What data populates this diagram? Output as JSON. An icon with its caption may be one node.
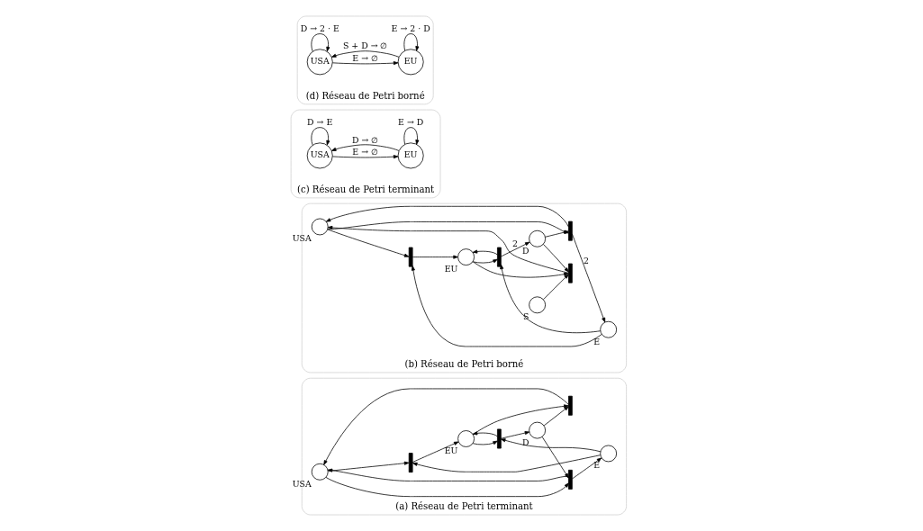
{
  "diagram": {
    "nodes": [
      {
        "text": [
          "(a) Réseau de Petri terminant"
        ]
      },
      {
        "text": [],
        "shape": "circle",
        "beside": [
          "USA"
        ],
        "in": 0
      },
      {
        "text": [],
        "shape": "circle",
        "beside": [
          "E"
        ],
        "in": 0
      },
      {
        "text": [],
        "shape": "circle",
        "beside": [
          "D"
        ],
        "in": 0
      },
      {
        "text": [],
        "shape": "circle",
        "beside": [
          "EU"
        ],
        "in": 0
      },
      {
        "text": [],
        "shape": "bar",
        "in": 0
      },
      {
        "text": [],
        "shape": "bar",
        "in": 0
      },
      {
        "text": [],
        "shape": "bar",
        "in": 0
      },
      {
        "text": [],
        "shape": "bar",
        "in": 0
      },
      {
        "text": [
          "(b) Réseau de Petri borné"
        ]
      },
      {
        "text": [],
        "shape": "circle",
        "beside": [
          "USA"
        ],
        "in": 9
      },
      {
        "text": [],
        "shape": "circle",
        "beside": [
          "E"
        ],
        "in": 9
      },
      {
        "text": [],
        "shape": "circle",
        "beside": [
          "D"
        ],
        "in": 9
      },
      {
        "text": [],
        "shape": "circle",
        "beside": [
          "EU"
        ],
        "in": 9
      },
      {
        "text": [],
        "shape": "circle",
        "beside": [
          "S"
        ],
        "in": 9
      },
      {
        "text": [],
        "shape": "bar",
        "in": 9
      },
      {
        "text": [],
        "shape": "bar",
        "in": 9
      },
      {
        "text": [],
        "shape": "bar",
        "in": 9
      },
      {
        "text": [],
        "shape": "bar",
        "in": 9
      },
      {
        "text": [
          "(c) Réseau de Petri terminant"
        ]
      },
      {
        "text": [
          "USA"
        ],
        "in": 19
      },
      {
        "text": [
          "EU"
        ],
        "in": 19
      },
      {
        "text": [
          "(d) Réseau de Petri borné"
        ]
      },
      {
        "text": [
          "USA"
        ],
        "in": 22
      },
      {
        "text": [
          "EU"
        ],
        "in": 22
      }
    ],
    "edges": [
      {
        "from": 1,
        "to": 5,
        "arrow": "to"
      },
      {
        "from": 2,
        "to": 5,
        "arrow": "to"
      },
      {
        "from": 5,
        "to": 4,
        "arrow": "to"
      },
      {
        "from": 1,
        "to": 6,
        "arrow": "to"
      },
      {
        "from": 6,
        "to": 1,
        "arrow": "to"
      },
      {
        "from": 6,
        "to": 2,
        "arrow": "to"
      },
      {
        "from": 3,
        "to": 6,
        "arrow": "to"
      },
      {
        "from": 2,
        "to": 7,
        "arrow": "to"
      },
      {
        "from": 7,
        "to": 4,
        "arrow": "to"
      },
      {
        "from": 4,
        "to": 7,
        "arrow": "to"
      },
      {
        "from": 7,
        "to": 3,
        "arrow": "to"
      },
      {
        "from": 3,
        "to": 8,
        "arrow": "to"
      },
      {
        "from": 4,
        "to": 8,
        "arrow": "to"
      },
      {
        "from": 8,
        "to": 1,
        "arrow": "to"
      },
      {
        "from": 10,
        "to": 15,
        "arrow": "to"
      },
      {
        "from": 11,
        "to": 15,
        "arrow": "to"
      },
      {
        "from": 15,
        "to": 13,
        "arrow": "to"
      },
      {
        "from": 10,
        "to": 16,
        "arrow": "to"
      },
      {
        "from": 16,
        "to": 10,
        "arrow": "to"
      },
      {
        "from": 16,
        "to": 11,
        "arrow": "to",
        "label": "2"
      },
      {
        "from": 12,
        "to": 16,
        "arrow": "to"
      },
      {
        "from": 11,
        "to": 17,
        "arrow": "to"
      },
      {
        "from": 17,
        "to": 13,
        "arrow": "to"
      },
      {
        "from": 13,
        "to": 17,
        "arrow": "to"
      },
      {
        "from": 17,
        "to": 12,
        "arrow": "to",
        "label": "2"
      },
      {
        "from": 12,
        "to": 18,
        "arrow": "to"
      },
      {
        "from": 13,
        "to": 18,
        "arrow": "to"
      },
      {
        "from": 14,
        "to": 18,
        "arrow": "to"
      },
      {
        "from": 18,
        "to": 10,
        "arrow": "to"
      },
      {
        "from": 20,
        "to": 20,
        "arrow": "to",
        "label": "D → E"
      },
      {
        "from": 20,
        "to": 21,
        "arrow": "to",
        "label": "E → ∅"
      },
      {
        "from": 21,
        "to": 20,
        "arrow": "to",
        "label": "D → ∅"
      },
      {
        "from": 21,
        "to": 21,
        "arrow": "to",
        "label": "E → D"
      },
      {
        "from": 23,
        "to": 23,
        "arrow": "to",
        "label": "D → 2 · E"
      },
      {
        "from": 23,
        "to": 24,
        "arrow": "to",
        "label": "E → ∅"
      },
      {
        "from": 24,
        "to": 23,
        "arrow": "to",
        "label": "S + D → ∅"
      },
      {
        "from": 24,
        "to": 24,
        "arrow": "to",
        "label": "E → 2 · D"
      }
    ]
  }
}
